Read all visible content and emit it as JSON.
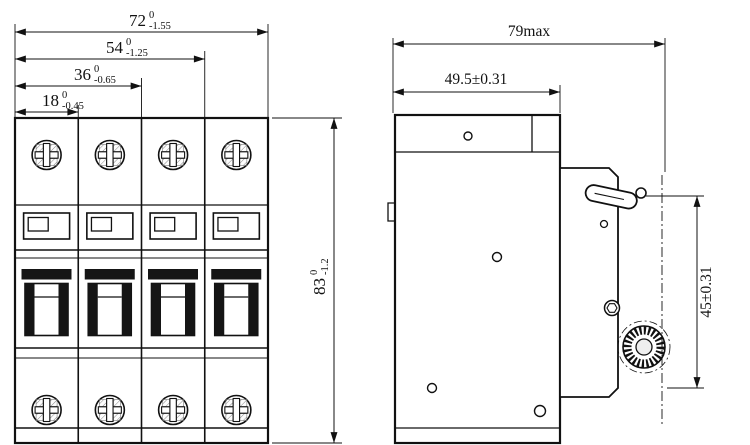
{
  "drawing": {
    "title": "4-pole miniature circuit breaker outline drawing",
    "line_color": "#111111",
    "background": "#ffffff",
    "front_view": {
      "width_dims": [
        {
          "value": "18",
          "upper": "0",
          "lower": "-0.45"
        },
        {
          "value": "36",
          "upper": "0",
          "lower": "-0.65"
        },
        {
          "value": "54",
          "upper": "0",
          "lower": "-1.25"
        },
        {
          "value": "72",
          "upper": "0",
          "lower": "-1.55"
        }
      ],
      "height_dim": {
        "value": "83",
        "upper": "0",
        "lower": "-1.2"
      }
    },
    "side_view": {
      "overall_width": "79max",
      "mounting_width": "49.5±0.31",
      "rail_height": "45±0.31"
    }
  }
}
